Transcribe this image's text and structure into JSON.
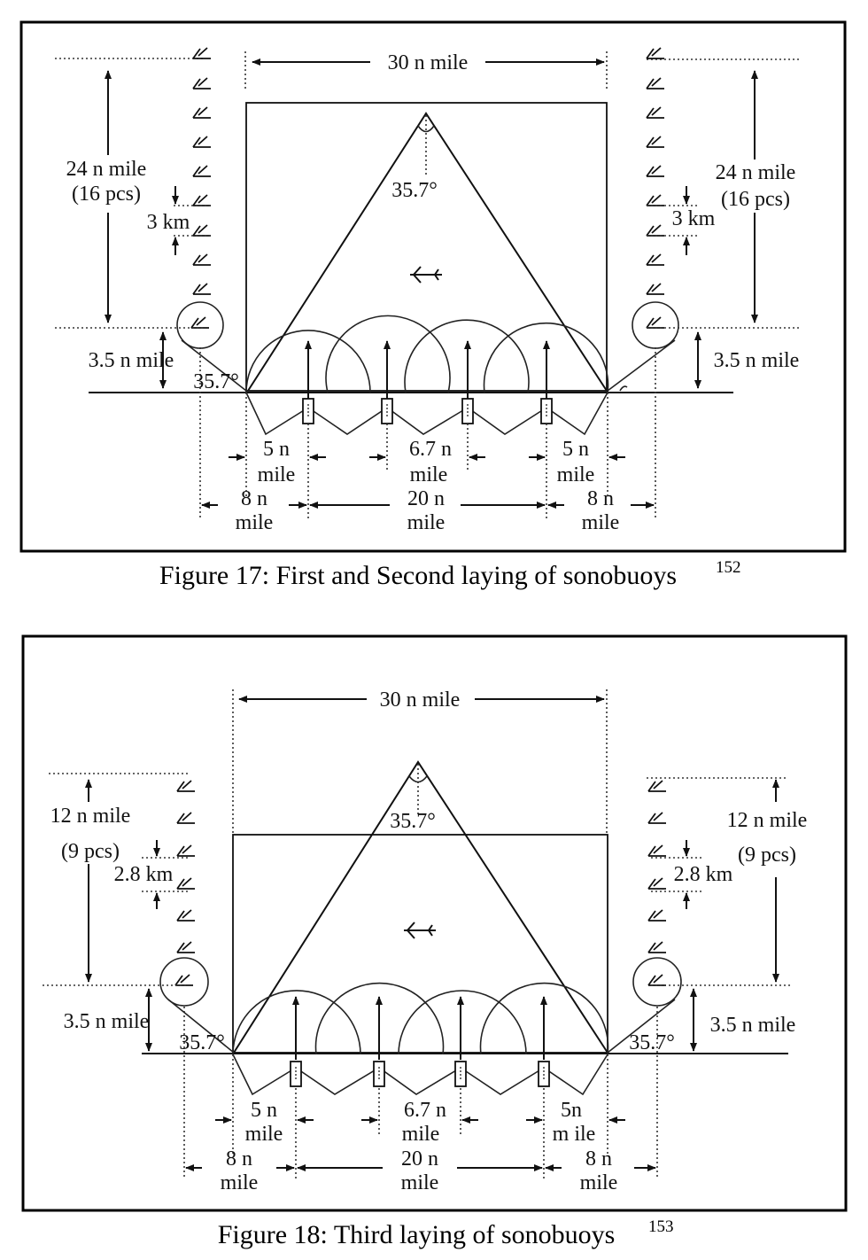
{
  "figures": [
    {
      "id": "fig17",
      "caption": "Figure 17: First and Second laying of sonobuoys",
      "footnote": "152",
      "labels": {
        "width_top": "30 n mile",
        "angle_apex": "35.7°",
        "angle_corner": "35.7°",
        "left_span": "24 n mile",
        "left_pcs": "(16 pcs)",
        "left_spacing": "3 km",
        "right_span": "24 n mile",
        "right_pcs": "(16 pcs)",
        "right_spacing": "3 km",
        "left_offset": "3.5 n mile",
        "right_offset": "3.5 n mile",
        "gap_left_a": "5 n",
        "gap_left_b": "mile",
        "gap_mid_a": "6.7 n",
        "gap_mid_b": "mile",
        "gap_right_a": "5 n",
        "gap_right_b": "mile",
        "outer_left_a": "8 n",
        "outer_left_b": "mile",
        "center_a": "20 n",
        "center_b": "mile",
        "outer_right_a": "8 n",
        "outer_right_b": "mile"
      },
      "buoys_per_column": 10
    },
    {
      "id": "fig18",
      "caption": "Figure 18: Third laying of sonobuoys",
      "footnote": "153",
      "labels": {
        "width_top": "30 n mile",
        "angle_apex": "35.7°",
        "angle_corner_left": "35.7°",
        "angle_corner_right": "35.7°",
        "left_span": "12 n mile",
        "left_pcs": "(9 pcs)",
        "left_spacing": "2.8 km",
        "right_span": "12 n mile",
        "right_pcs": "(9 pcs)",
        "right_spacing": "2.8 km",
        "left_offset": "3.5 n mile",
        "right_offset": "3.5 n mile",
        "gap_left_a": "5 n",
        "gap_left_b": "mile",
        "gap_mid_a": "6.7 n",
        "gap_mid_b": "mile",
        "gap_right_a": "5n",
        "gap_right_b": "m ile",
        "outer_left_a": "8 n",
        "outer_left_b": "mile",
        "center_a": "20 n",
        "center_b": "mile",
        "outer_right_a": "8 n",
        "outer_right_b": "mile"
      },
      "buoys_per_column": 7
    }
  ]
}
